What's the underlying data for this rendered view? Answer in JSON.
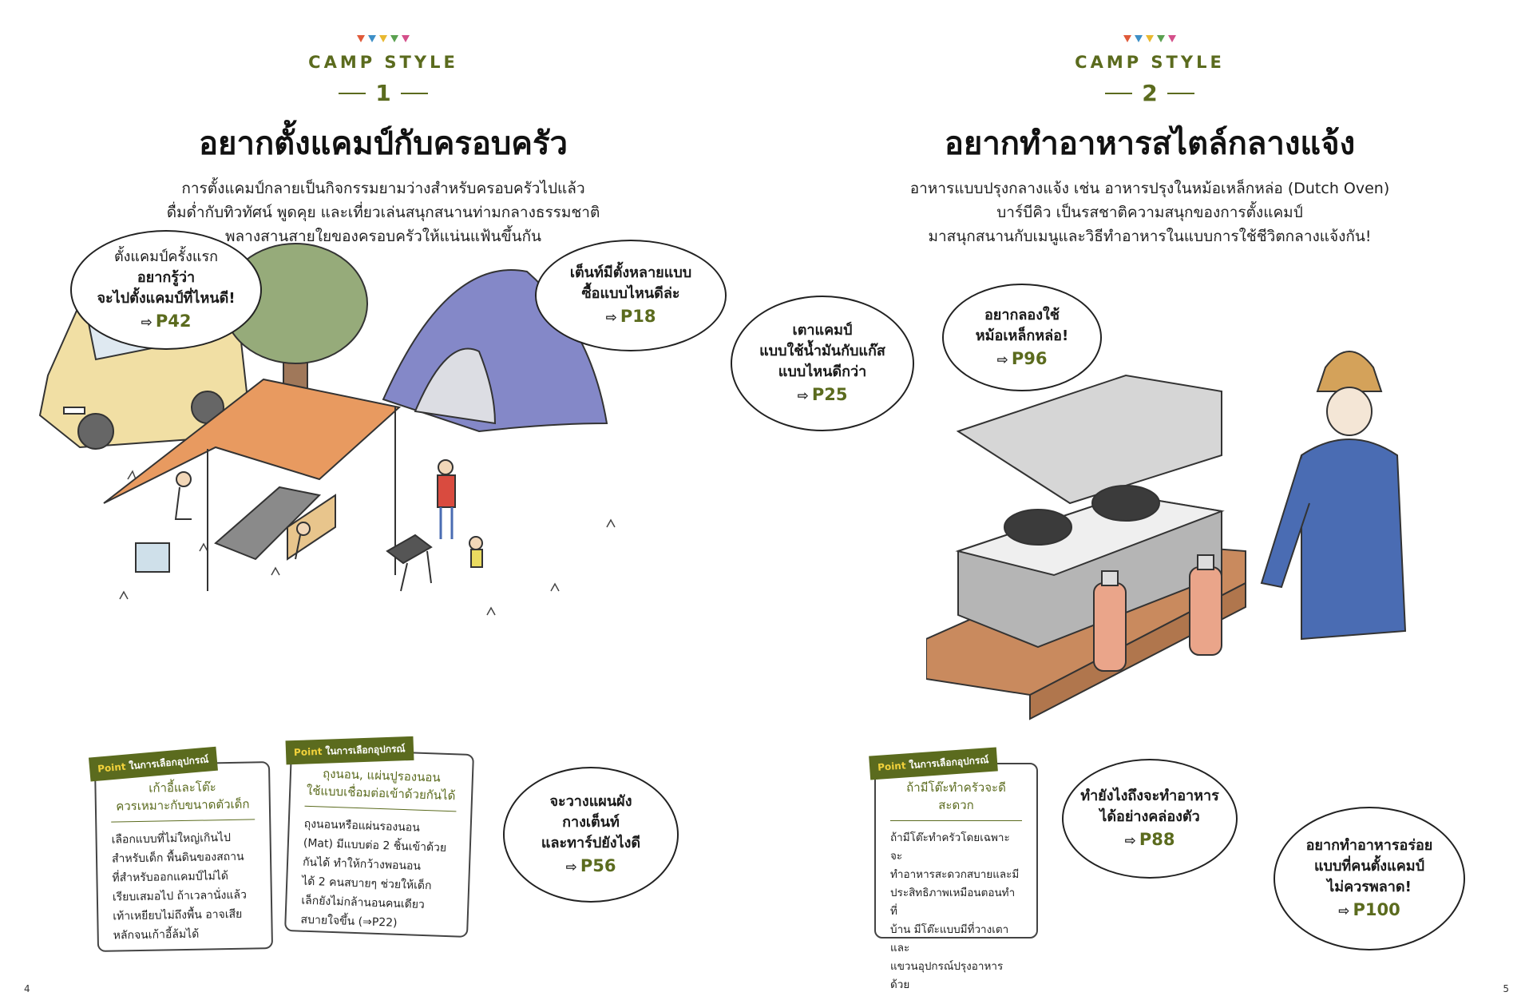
{
  "left": {
    "camp_style": "CAMP STYLE",
    "number": "1",
    "title": "อยากตั้งแคมป์กับครอบครัว",
    "intro": [
      "การตั้งแคมป์กลายเป็นกิจกรรมยามว่างสำหรับครอบครัวไปแล้ว",
      "ดื่มด่ำกับทิวทัศน์ พูดคุย และเที่ยวเล่นสนุกสนานท่ามกลางธรรมชาติ",
      "พลางสานสายใยของครอบครัวให้แน่นแฟ้นขึ้นกัน"
    ],
    "bubbles": [
      {
        "lines": [
          "ตั้งแคมป์ครั้งแรก"
        ],
        "bold": [
          "อยากรู้ว่า",
          "จะไปตั้งแคมป์ที่ไหนดี!"
        ],
        "ref": "P42"
      },
      {
        "lines": [],
        "bold": [
          "เต็นท์มีตั้งหลายแบบ",
          "ซื้อแบบไหนดีล่ะ"
        ],
        "ref": "P18"
      },
      {
        "lines": [],
        "bold": [
          "จะวางแผนผัง",
          "กางเต็นท์",
          "และทาร์ปยังไงดี"
        ],
        "ref": "P56"
      }
    ],
    "cards": [
      {
        "tag_point": "Point",
        "tag_text": "ในการเลือกอุปกรณ์",
        "title": "เก้าอี้และโต๊ะ\nควรเหมาะกับขนาดตัวเด็ก",
        "body": "เลือกแบบที่ไม่ใหญ่เกินไป\nสำหรับเด็ก พื้นดินของสถาน\nที่สำหรับออกแคมป์ไม่ได้\nเรียบเสมอไป ถ้าเวลานั่งแล้ว\nเท้าเหยียบไม่ถึงพื้น อาจเสีย\nหลักจนเก้าอี้ล้มได้"
      },
      {
        "tag_point": "Point",
        "tag_text": "ในการเลือกอุปกรณ์",
        "title": "ถุงนอน, แผ่นปูรองนอน\nใช้แบบเชื่อมต่อเข้าด้วยกันได้",
        "body": "ถุงนอนหรือแผ่นรองนอน\n(Mat) มีแบบต่อ 2 ชิ้นเข้าด้วย\nกันได้ ทำให้กว้างพอนอน\nได้ 2 คนสบายๆ ช่วยให้เด็ก\nเล็กยังไม่กล้านอนคนเดียว\nสบายใจขึ้น (⇒P22)"
      }
    ],
    "page_number": "4"
  },
  "right": {
    "camp_style": "CAMP STYLE",
    "number": "2",
    "title": "อยากทำอาหารสไตล์กลางแจ้ง",
    "intro": [
      "อาหารแบบปรุงกลางแจ้ง เช่น อาหารปรุงในหม้อเหล็กหล่อ (Dutch Oven)",
      "บาร์บีคิว เป็นรสชาติความสนุกของการตั้งแคมป์",
      "มาสนุกสนานกับเมนูและวิธีทำอาหารในแบบการใช้ชีวิตกลางแจ้งกัน!"
    ],
    "bubbles": [
      {
        "lines": [],
        "bold": [
          "เตาแคมป์",
          "แบบใช้น้ำมันกับแก๊ส",
          "แบบไหนดีกว่า"
        ],
        "ref": "P25"
      },
      {
        "lines": [],
        "bold": [
          "อยากลองใช้",
          "หม้อเหล็กหล่อ!"
        ],
        "ref": "P96"
      },
      {
        "lines": [],
        "bold": [
          "ทำยังไงถึงจะทำอาหาร",
          "ได้อย่างคล่องตัว"
        ],
        "ref": "P88"
      },
      {
        "lines": [],
        "bold": [
          "อยากทำอาหารอร่อย",
          "แบบที่คนตั้งแคมป์",
          "ไม่ควรพลาด!"
        ],
        "ref": "P100"
      }
    ],
    "cards": [
      {
        "tag_point": "Point",
        "tag_text": "ในการเลือกอุปกรณ์",
        "title": "ถ้ามีโต๊ะทำครัวจะดีสะดวก",
        "body": "ถ้ามีโต๊ะทำครัวโดยเฉพาะ จะ\nทำอาหารสะดวกสบายและมี\nประสิทธิภาพเหมือนตอนทำที่\nบ้าน มีโต๊ะแบบมีที่วางเตาและ\nแขวนอุปกรณ์ปรุงอาหารด้วย"
      }
    ],
    "page_number": "5"
  },
  "ref_arrow": "⇨",
  "colors": {
    "accent": "#5b6b1e",
    "tent": "#7c86c8",
    "tarp": "#e8955a",
    "jacket": "#4a6cb3",
    "hat": "#d4a25a"
  }
}
